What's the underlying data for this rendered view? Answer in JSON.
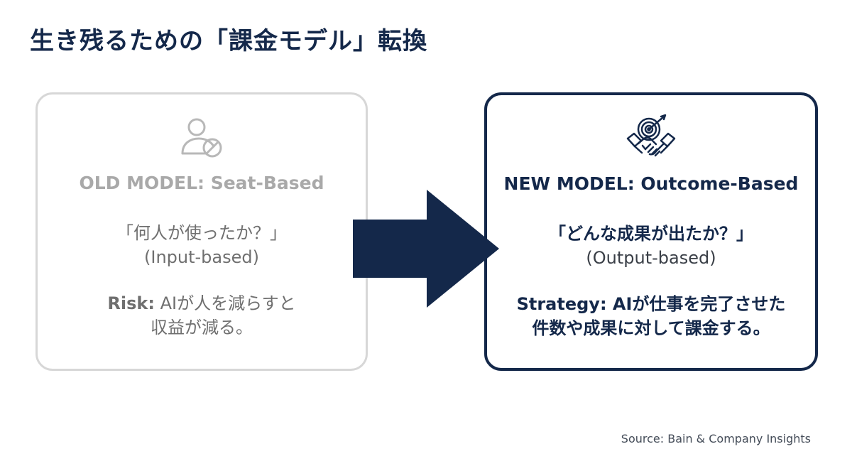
{
  "title": "生き残るための「課金モデル」転換",
  "old_model": {
    "icon": "person-blocked-icon",
    "heading": "OLD MODEL: Seat-Based",
    "question": "「何人が使ったか？」",
    "basis": "(Input-based)",
    "risk_label": "Risk:",
    "risk_line1": " AIが人を減らすと",
    "risk_line2": "収益が減る。"
  },
  "new_model": {
    "icon": "target-handshake-icon",
    "heading": "NEW MODEL: Outcome-Based",
    "question": "「どんな成果が出たか？」",
    "basis": "(Output-based)",
    "strategy_label": "Strategy:",
    "strategy_line1": " AIが仕事を完了させた",
    "strategy_line2": "件数や成果に対して課金する。"
  },
  "arrow": {
    "icon": "right-arrow-icon",
    "color": "#14284a"
  },
  "source": "Source: Bain & Company Insights",
  "colors": {
    "navy": "#14284a",
    "old_border": "#d7d7d7",
    "old_text": "#8c8c8c"
  }
}
